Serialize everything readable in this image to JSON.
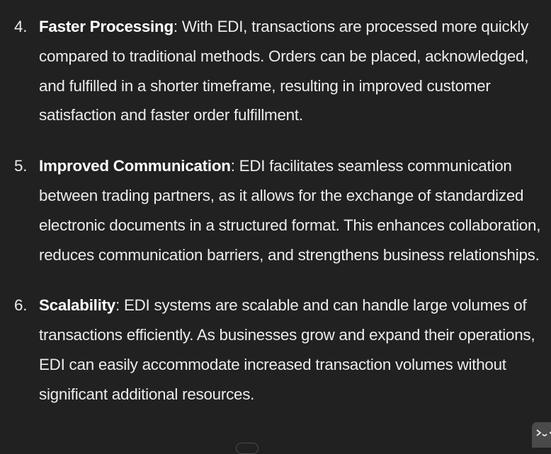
{
  "items": [
    {
      "number": "4.",
      "title": "Faster Processing",
      "body": ": With EDI, transactions are processed more quickly compared to traditional methods. Orders can be placed, acknowledged, and fulfilled in a shorter timeframe, resulting in improved customer satisfaction and faster order fulfillment."
    },
    {
      "number": "5.",
      "title": "Improved Communication",
      "body": ": EDI facilitates seamless communication between trading partners, as it allows for the exchange of standardized electronic documents in a structured format. This enhances collaboration, reduces communication barriers, and strengthens business relationships."
    },
    {
      "number": "6.",
      "title": "Scalability",
      "body": ": EDI systems are scalable and can handle large volumes of transactions efficiently. As businesses grow and expand their operations, EDI can easily accommodate increased transaction volumes without significant additional resources."
    }
  ],
  "icons": {
    "corner": "terminal-prompt-icon",
    "scroll": "scroll-down-icon"
  },
  "colors": {
    "background": "#212121",
    "text": "#ececec",
    "widget": "#4a4a4a"
  }
}
